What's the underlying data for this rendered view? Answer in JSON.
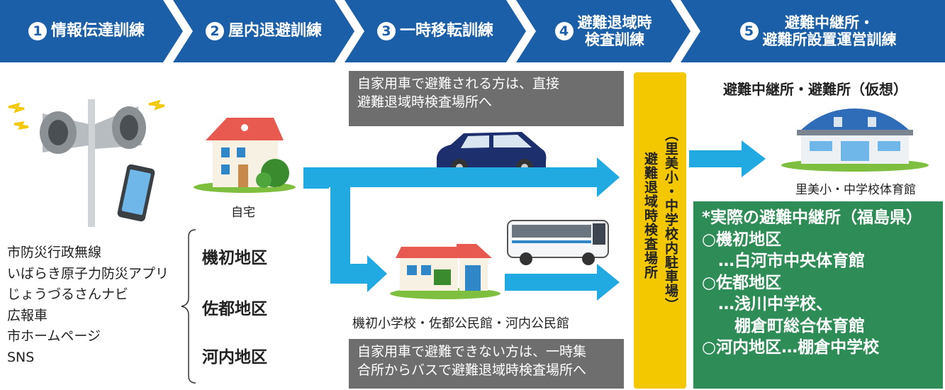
{
  "steps": [
    {
      "num": "1",
      "label": "情報伝達訓練"
    },
    {
      "num": "2",
      "label": "屋内退避訓練"
    },
    {
      "num": "3",
      "label": "一時移転訓練"
    },
    {
      "num": "4",
      "label": "避難退域時\n検査訓練"
    },
    {
      "num": "5",
      "label": "避難中継所・\n避難所設置運営訓練"
    }
  ],
  "info_channels": [
    "市防災行政無線",
    "いばらき原子力防災アプリ",
    "じょうづるさんナビ",
    "広報車",
    "市ホームページ",
    "SNS"
  ],
  "districts": [
    "機初地区",
    "佐都地区",
    "河内地区"
  ],
  "home_label": "自宅",
  "car_note": "自家用車で避難される方は、直接\n避難退域時検査場所へ",
  "bus_note": "自家用車で避難できない方は、一時集\n合所からバスで避難退域時検査場所へ",
  "assembly_label": "機初小学校・佐都公民館・河内公民館",
  "inspection_site": "避難退域時検査場所",
  "inspection_site_sub": "（里美小・中学校内駐車場）",
  "relay_title": "避難中継所・避難所（仮想）",
  "relay_building": "里美小・中学校体育館",
  "actual_relays": {
    "title": "*実際の避難中継所（福島県）",
    "lines": [
      "○機初地区",
      "　…白河市中央体育館",
      "○佐都地区",
      "　…浅川中学校、",
      "　　棚倉町総合体育館",
      "○河内地区…棚倉中学校"
    ]
  },
  "colors": {
    "header_blue": "#1a5fa8",
    "arrow_cyan": "#21a9e1",
    "yellow": "#f3c800",
    "green": "#2e8c57",
    "gray": "#6e6e6e"
  }
}
